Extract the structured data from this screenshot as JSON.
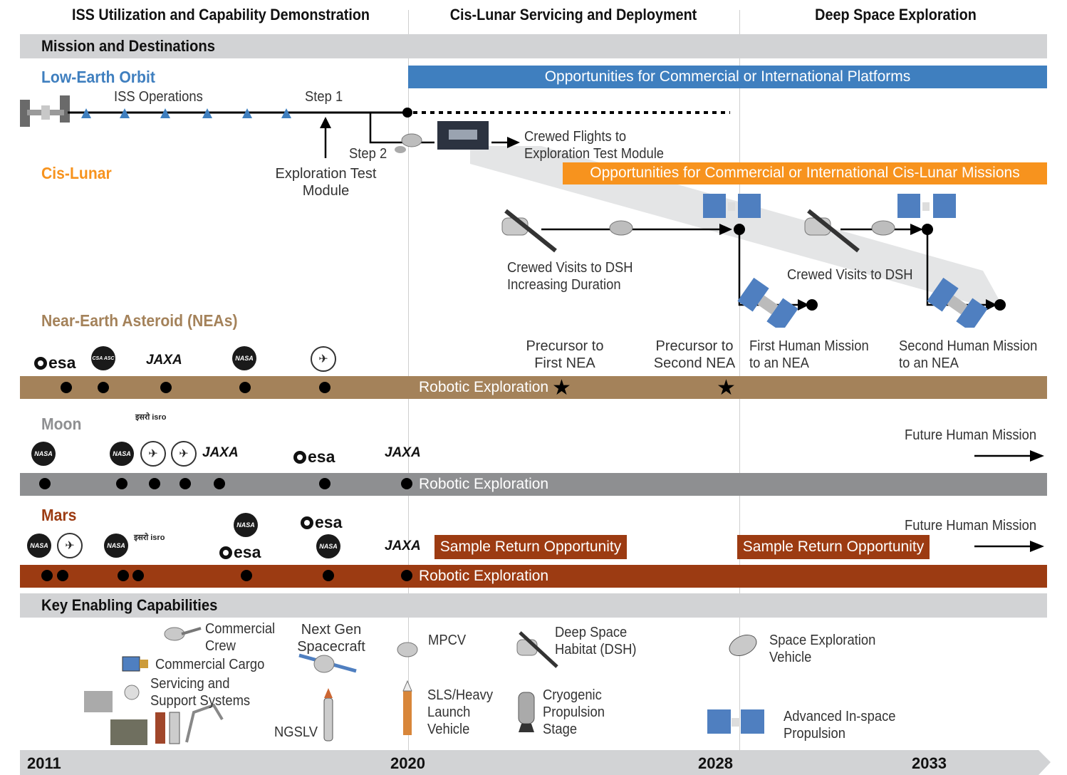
{
  "phases": [
    "ISS Utilization and Capability Demonstration",
    "Cis-Lunar Servicing and Deployment",
    "Deep Space Exploration"
  ],
  "sections": {
    "missions": "Mission and Destinations",
    "capabilities": "Key Enabling Capabilities"
  },
  "destinations": {
    "leo": {
      "title": "Low-Earth Orbit",
      "band": "Opportunities for Commercial or International Platforms",
      "iss_ops": "ISS Operations",
      "step1": "Step 1",
      "step2": "Step 2",
      "etm": "Exploration Test Module",
      "crewed_flights": "Crewed Flights to Exploration Test Module",
      "color": "#3f7fbf"
    },
    "cislunar": {
      "title": "Cis-Lunar",
      "band": "Opportunities for Commercial or International Cis-Lunar Missions",
      "dsh1": "Crewed Visits to DSH Increasing Duration",
      "dsh2": "Crewed Visits to DSH",
      "color": "#f7931e"
    },
    "nea": {
      "title": "Near-Earth Asteroid (NEAs)",
      "band": "Robotic Exploration",
      "precursor1": "Precursor to First NEA",
      "precursor2": "Precursor to Second NEA",
      "first_human": "First Human Mission to an NEA",
      "second_human": "Second Human Mission to an NEA",
      "color": "#a4825a"
    },
    "moon": {
      "title": "Moon",
      "band": "Robotic Exploration",
      "future": "Future Human Mission",
      "color": "#8e8f91"
    },
    "mars": {
      "title": "Mars",
      "band": "Robotic Exploration",
      "future": "Future Human Mission",
      "sample": "Sample Return Opportunity",
      "color": "#9c3b12"
    }
  },
  "logos": {
    "esa": "esa",
    "jaxa": "JAXA",
    "nasa": "NASA",
    "isro": "इसरो isro",
    "csa": "CSA ASC"
  },
  "capabilities": {
    "commercial_crew": "Commercial Crew",
    "commercial_cargo": "Commercial Cargo",
    "servicing": "Servicing and Support Systems",
    "next_gen": "Next Gen Spacecraft",
    "ngslv": "NGSLV",
    "mpcv": "MPCV",
    "sls": "SLS/Heavy Launch Vehicle",
    "dsh": "Deep Space Habitat (DSH)",
    "cryo": "Cryogenic Propulsion Stage",
    "sev": "Space Exploration Vehicle",
    "aip": "Advanced In-space Propulsion"
  },
  "years": [
    "2011",
    "2020",
    "2028",
    "2033"
  ]
}
